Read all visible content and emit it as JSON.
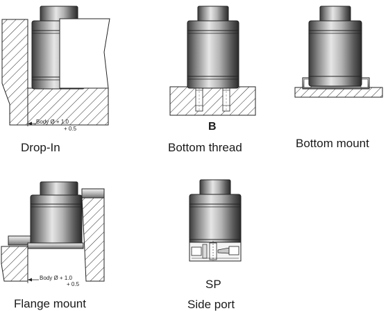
{
  "diagrams": [
    {
      "caption": "Drop-In",
      "dimension_label": "Body Ø",
      "tolerance_upper": "+ 1.0",
      "tolerance_lower": "+ 0.5"
    },
    {
      "caption": "Bottom thread",
      "variant_code": "B"
    },
    {
      "caption": "Bottom mount"
    },
    {
      "caption": "Flange mount",
      "dimension_label": "Body Ø",
      "tolerance_upper": "+ 1.0",
      "tolerance_lower": "+ 0.5"
    },
    {
      "caption": "Side port",
      "variant_code": "SP"
    }
  ]
}
